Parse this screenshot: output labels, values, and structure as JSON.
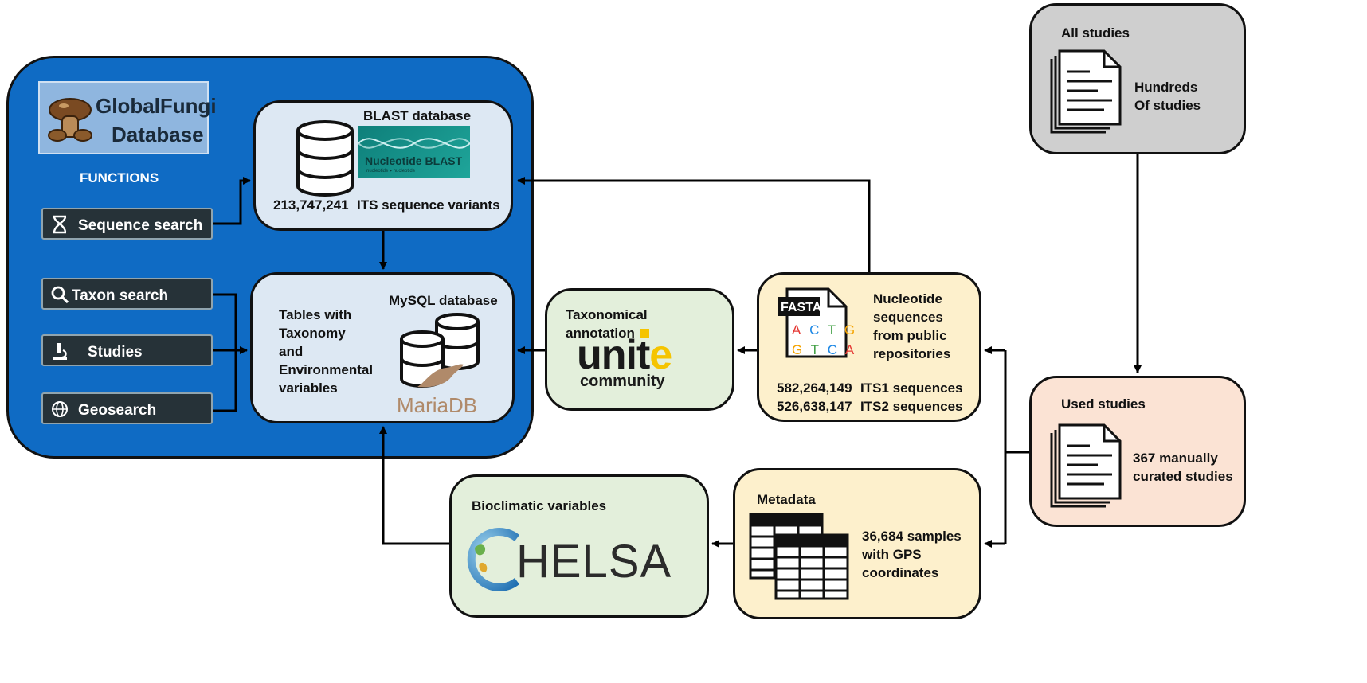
{
  "gf": {
    "logo_line1": "GlobalFungi",
    "logo_line2": "Database",
    "functions_label": "FUNCTIONS",
    "buttons": [
      {
        "label": "Sequence search",
        "icon": "dna-icon"
      },
      {
        "label": "Taxon search",
        "icon": "search-icon"
      },
      {
        "label": "Studies",
        "icon": "microscope-icon"
      },
      {
        "label": "Geosearch",
        "icon": "globe-icon"
      }
    ]
  },
  "blast": {
    "title": "BLAST database",
    "banner": "Nucleotide BLAST",
    "banner_sub": "nucleotide ▸ nucleotide",
    "count": "213,747,241",
    "count_label": "ITS sequence variants"
  },
  "mysql": {
    "title": "MySQL database",
    "lines": [
      "Tables with",
      "Taxonomy",
      "and",
      "Environmental",
      "variables"
    ],
    "mariadb": "MariaDB"
  },
  "unite": {
    "title_line1": "Taxonomical",
    "title_line2": "annotation",
    "logo_a": "unit",
    "logo_b": "e",
    "logo_c": "community"
  },
  "nucleotide": {
    "fasta_label": "FASTA",
    "fasta_row1": [
      "A",
      "C",
      "T",
      "G"
    ],
    "fasta_row2": [
      "G",
      "T",
      "C",
      "A"
    ],
    "desc": [
      "Nucleotide",
      "sequences",
      "from public",
      "repositories"
    ],
    "its1_count": "582,264,149",
    "its1_label": "ITS1 sequences",
    "its2_count": "526,638,147",
    "its2_label": "ITS2 sequences"
  },
  "all_studies": {
    "title": "All studies",
    "line1": "Hundreds",
    "line2": "Of studies"
  },
  "used_studies": {
    "title": "Used studies",
    "line1": "367 manually",
    "line2": "curated studies"
  },
  "metadata": {
    "title": "Metadata",
    "lines": [
      "36,684 samples",
      "with GPS",
      "coordinates"
    ]
  },
  "bioclim": {
    "title": "Bioclimatic variables",
    "logo": "HELSA"
  },
  "colors": {
    "gf_blue": "#0f6bc4",
    "light_blue_box": "#dde8f3",
    "green_box": "#e3efdb",
    "yellow_box": "#fdf0cc",
    "grey_box": "#cfcfcf",
    "peach_box": "#fbe3d4",
    "unite_yellow": "#f5c400",
    "mariadb_brown": "#b08a6a"
  }
}
